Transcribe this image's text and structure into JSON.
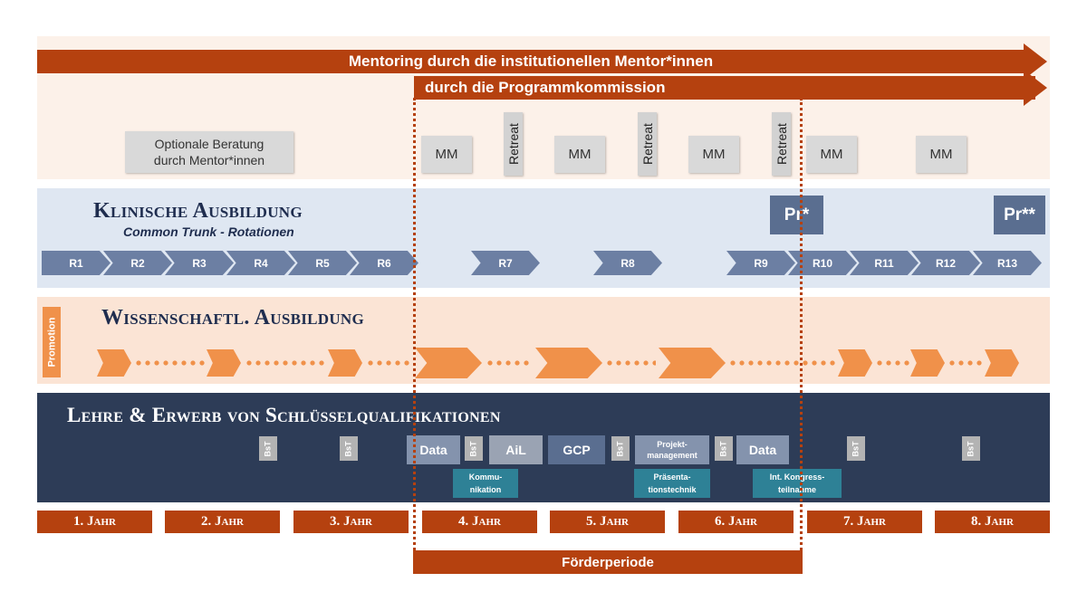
{
  "mentoring": {
    "main_label": "Mentoring durch die institutionellen Mentor*innen",
    "sub_label": "durch die Programmkommission",
    "optional_label": "Optionale Beratung\ndurch Mentor*innen",
    "mm_label": "MM",
    "retreat_label": "Retreat"
  },
  "clinical": {
    "title": "Klinische Ausbildung",
    "subtitle": "Common Trunk - Rotationen",
    "pr1": "Pr*",
    "pr2": "Pr**",
    "rotations": [
      "R1",
      "R2",
      "R3",
      "R4",
      "R5",
      "R6",
      "R7",
      "R8",
      "R9",
      "R10",
      "R11",
      "R12",
      "R13"
    ]
  },
  "science": {
    "title": "Wissenschaftl. Ausbildung",
    "promotion_label": "Promotion"
  },
  "teaching": {
    "title": "Lehre & Erwerb von Schlüsselqualifikationen",
    "bst_label": "BsT",
    "data_label": "Data",
    "ail_label": "AiL",
    "gcp_label": "GCP",
    "projekt_label": "Projekt-\nmanagement",
    "kommunikation_label": "Kommu-\nnikation",
    "praesentation_label": "Präsenta-\ntionstechnik",
    "kongress_label": "Int. Kongress-\nteilnahme"
  },
  "years": [
    "1. Jahr",
    "2. Jahr",
    "3. Jahr",
    "4. Jahr",
    "5. Jahr",
    "6. Jahr",
    "7. Jahr",
    "8. Jahr"
  ],
  "funding_period_label": "Förderperiode",
  "colors": {
    "accent_red": "#b5410f",
    "mentoring_bg": "#fcf1e9",
    "clinical_bg": "#dfe7f2",
    "science_bg": "#fbe4d5",
    "teaching_bg": "#2d3c57",
    "rotation_chevron": "#6c7fa3",
    "science_chevron": "#f0914a",
    "teal": "#2e8196"
  }
}
